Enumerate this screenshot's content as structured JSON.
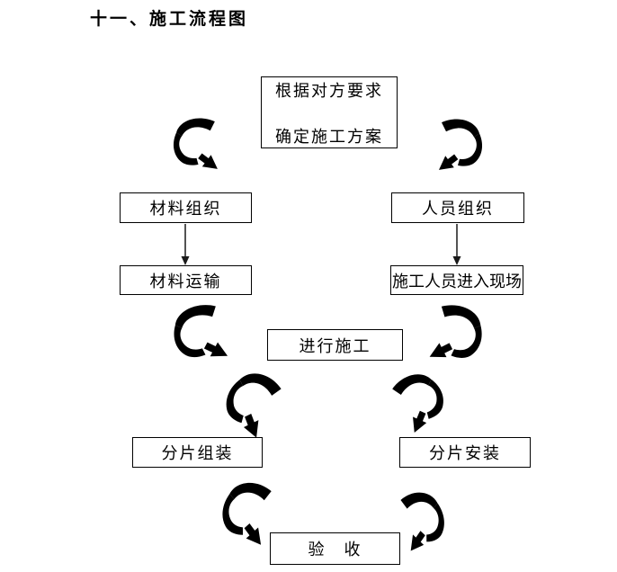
{
  "page": {
    "title": "十一、施工流程图"
  },
  "flowchart": {
    "nodes": {
      "plan": {
        "line1": "根据对方要求",
        "line2": "确定施工方案"
      },
      "material_org": {
        "label": "材料组织"
      },
      "personnel_org": {
        "label": "人员组织"
      },
      "material_transport": {
        "label": "材料运输"
      },
      "personnel_enter": {
        "label": "施工人员进入现场"
      },
      "construction": {
        "label": "进行施工"
      },
      "assembly": {
        "label": "分片组装"
      },
      "installation": {
        "label": "分片安装"
      },
      "acceptance": {
        "label": "验　收"
      }
    },
    "edges": [
      {
        "from": "plan",
        "to": "material_org",
        "style": "curved"
      },
      {
        "from": "plan",
        "to": "personnel_org",
        "style": "curved"
      },
      {
        "from": "material_org",
        "to": "material_transport",
        "style": "straight"
      },
      {
        "from": "personnel_org",
        "to": "personnel_enter",
        "style": "straight"
      },
      {
        "from": "material_transport",
        "to": "construction",
        "style": "curved"
      },
      {
        "from": "personnel_enter",
        "to": "construction",
        "style": "curved"
      },
      {
        "from": "construction",
        "to": "assembly",
        "style": "curved"
      },
      {
        "from": "construction",
        "to": "installation",
        "style": "curved"
      },
      {
        "from": "assembly",
        "to": "acceptance",
        "style": "curved"
      },
      {
        "from": "installation",
        "to": "acceptance",
        "style": "curved"
      }
    ]
  },
  "colors": {
    "background": "#ffffff",
    "text": "#000000",
    "box_border": "#000000",
    "arrow_outline": "#3f3f3f",
    "arrow_band_fill": "#c9c9c9",
    "straight_arrow": "#1a1a1a"
  }
}
